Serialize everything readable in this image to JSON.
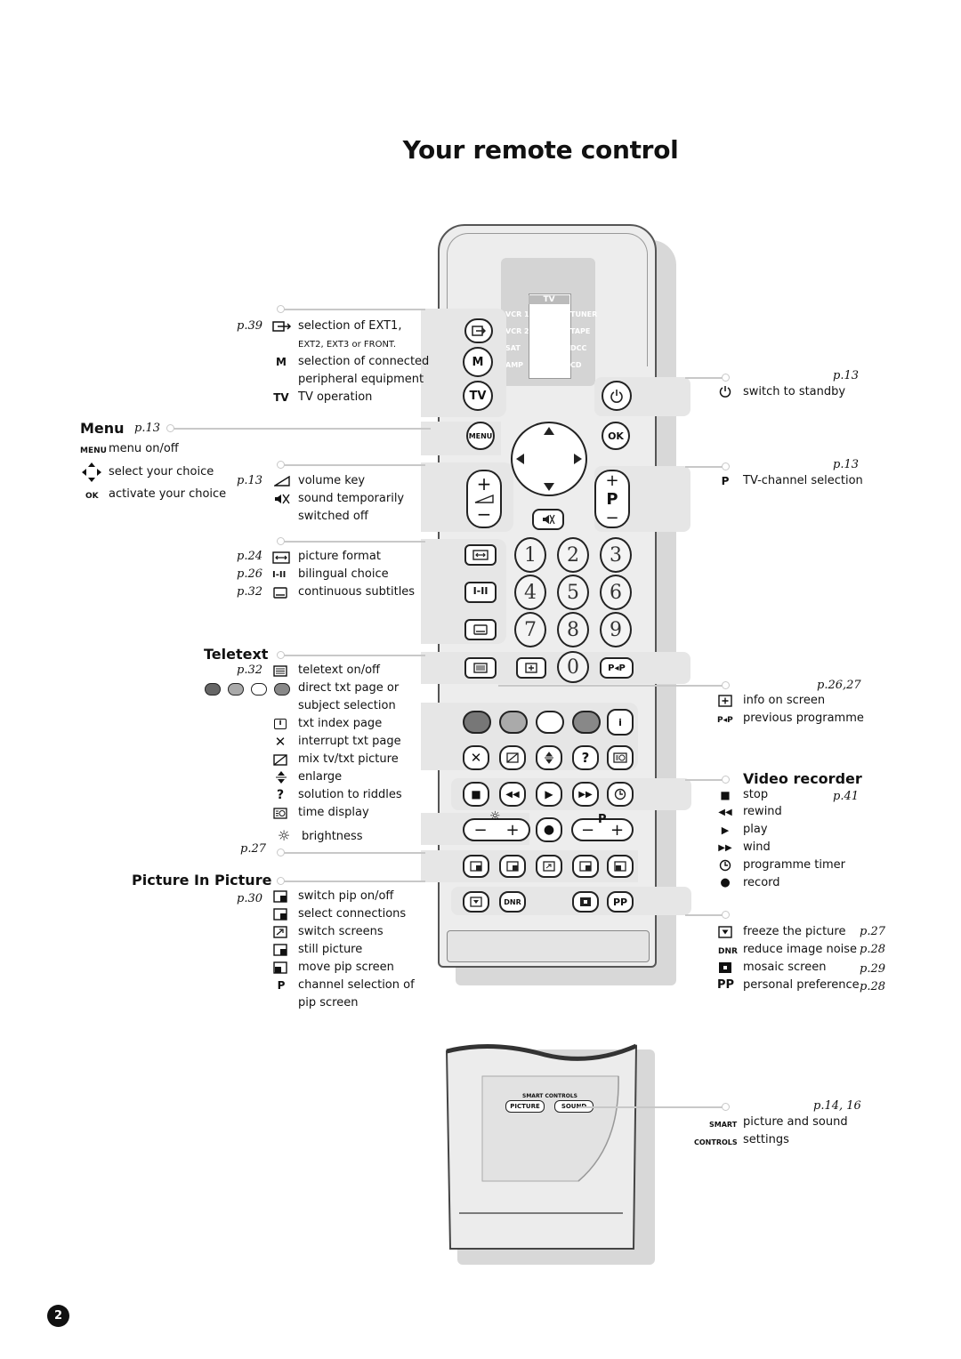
{
  "title": "Your remote control",
  "page_number": "2",
  "headings": {
    "menu": "Menu",
    "teletext": "Teletext",
    "pip": "Picture In Picture",
    "video_recorder": "Video recorder"
  },
  "page_refs": {
    "menu": "p.13",
    "top": "p.39",
    "standby": "p.13",
    "volume": "p.13",
    "tvchannel": "p.13",
    "format": "p.24",
    "bilingual": "p.26",
    "subtitles": "p.32",
    "teletext": "p.32",
    "info": "p.26,27",
    "video": "p.41",
    "brightness": "p.27",
    "pip": "p.30",
    "freeze": "p.27",
    "dnr": "p.28",
    "mosaic": "p.29",
    "pp": "p.28",
    "smart": "p.14, 16"
  },
  "left_top": [
    {
      "icon": "ext-icon",
      "text": "selection of EXT1,"
    },
    {
      "icon": "",
      "text": "EXT2, EXT3 or FRONT."
    },
    {
      "icon": "M",
      "text": "selection of connected"
    },
    {
      "icon": "",
      "text": "peripheral equipment"
    },
    {
      "icon": "TV",
      "text": "TV operation"
    }
  ],
  "menu_items": [
    {
      "icon": "MENU",
      "text": "menu on/off"
    },
    {
      "icon": "arrows",
      "text": "select your choice"
    },
    {
      "icon": "OK",
      "text": "activate your choice"
    }
  ],
  "volume_items": [
    {
      "text": "volume key"
    },
    {
      "text": "sound temporarily"
    },
    {
      "text": "switched off"
    }
  ],
  "format_items": [
    {
      "icon": "I-II",
      "text": "picture format"
    },
    {
      "icon": "I-II",
      "text": "bilingual choice"
    },
    {
      "icon": "",
      "text": "continuous subtitles"
    }
  ],
  "teletext_items": [
    {
      "icon": "",
      "text": "teletext on/off"
    },
    {
      "icon": "",
      "text": "direct txt page or"
    },
    {
      "icon": "",
      "text": "subject selection"
    },
    {
      "icon": "i",
      "text": "txt index page"
    },
    {
      "icon": "X",
      "text": "interrupt txt page"
    },
    {
      "icon": "",
      "text": "mix tv/txt picture"
    },
    {
      "icon": "",
      "text": "enlarge"
    },
    {
      "icon": "?",
      "text": "solution to riddles"
    },
    {
      "icon": "",
      "text": "time display"
    },
    {
      "icon": "",
      "text": "brightness"
    }
  ],
  "pip_items": [
    {
      "icon": "",
      "text": "switch pip on/off"
    },
    {
      "icon": "",
      "text": "select connections"
    },
    {
      "icon": "",
      "text": "switch screens"
    },
    {
      "icon": "",
      "text": "still picture"
    },
    {
      "icon": "",
      "text": "move pip screen"
    },
    {
      "icon": "P",
      "text": "channel selection of"
    },
    {
      "icon": "",
      "text": "pip screen"
    }
  ],
  "right_items": {
    "standby": "switch to standby",
    "tvchannel_icon": "P",
    "tvchannel": "TV-channel selection",
    "info": "info on screen",
    "prev_icon": "P◂P",
    "prev": "previous programme",
    "video": [
      {
        "icon": "■",
        "text": "stop"
      },
      {
        "icon": "◀◀",
        "text": "rewind"
      },
      {
        "icon": "▶",
        "text": "play"
      },
      {
        "icon": "▶▶",
        "text": "wind"
      },
      {
        "icon": "",
        "text": "programme timer"
      },
      {
        "icon": "●",
        "text": "record"
      }
    ],
    "extras": [
      {
        "icon": "",
        "text": "freeze the picture"
      },
      {
        "icon": "DNR",
        "text": "reduce image noise"
      },
      {
        "icon": "",
        "text": "mosaic screen"
      },
      {
        "icon": "PP",
        "text": "personal preference"
      }
    ],
    "smart_icon": "SMART",
    "controls_icon": "CONTROLS",
    "smart1": "picture and sound",
    "smart2": "settings"
  },
  "remote": {
    "display": {
      "top": "TV",
      "left": [
        "VCR 1",
        "VCR 2",
        "SAT",
        "AMP"
      ],
      "right": [
        "TUNER",
        "TAPE",
        "DCC",
        "CD"
      ]
    },
    "buttons": {
      "m": "M",
      "tv": "TV",
      "menu": "MENU",
      "ok": "OK",
      "p": "P",
      "pp": "PP",
      "dnr": "DNR",
      "pip_p": "P",
      "pip": "P◂P",
      "digits": [
        "1",
        "2",
        "3",
        "4",
        "5",
        "6",
        "7",
        "8",
        "9",
        "0"
      ]
    },
    "smart_label": "SMART CONTROLS",
    "smart_buttons": [
      "PICTURE",
      "SOUND"
    ]
  }
}
